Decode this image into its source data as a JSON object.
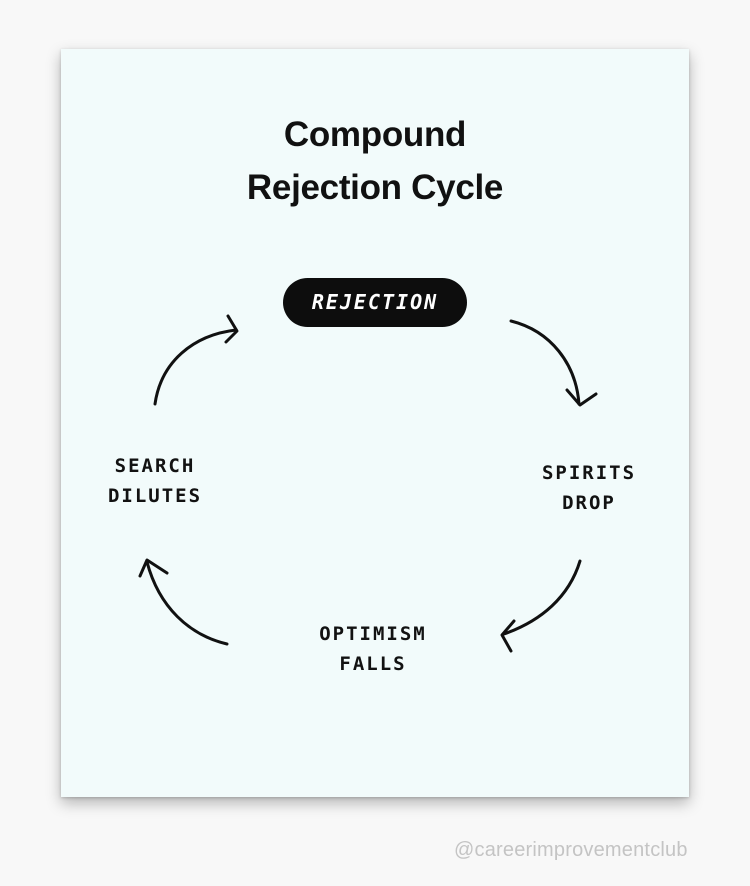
{
  "title": {
    "line1": "Compound",
    "line2": "Rejection Cycle"
  },
  "cycle": {
    "start": "REJECTION",
    "steps": [
      {
        "line1": "SPIRITS",
        "line2": "DROP"
      },
      {
        "line1": "OPTIMISM",
        "line2": "FALLS"
      },
      {
        "line1": "SEARCH",
        "line2": "DILUTES"
      }
    ],
    "arrow_icons": [
      "curved-arrow-down-right",
      "curved-arrow-down-left",
      "curved-arrow-up-left",
      "curved-arrow-up-right"
    ]
  },
  "footer": {
    "handle": "@careerimprovementclub"
  },
  "colors": {
    "background": "#f8f8f8",
    "card": "#f2fbfb",
    "ink": "#111111",
    "pill": "#0d0d0d",
    "handle_text": "#c4c4c4"
  }
}
